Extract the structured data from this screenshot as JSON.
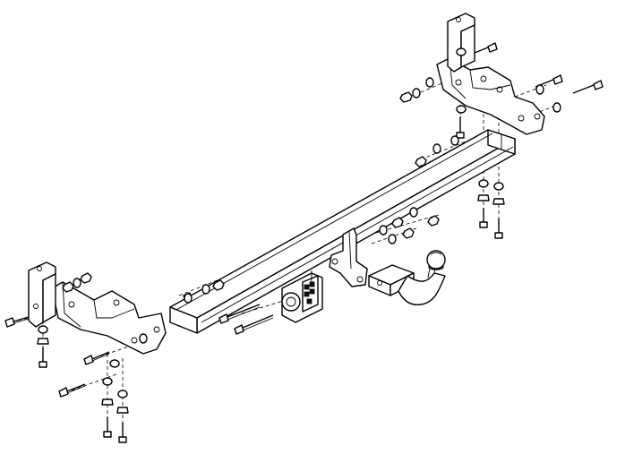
{
  "diagram": {
    "subject": "tow-bar-assembly",
    "colors": {
      "line": "#000000",
      "background": "#ffffff"
    },
    "parts": [
      "main-crossbar",
      "left-mounting-bracket",
      "right-mounting-bracket",
      "left-top-bracket",
      "right-top-bracket",
      "tow-ball-neck",
      "electrical-socket-plate",
      "bolts",
      "nuts",
      "washers"
    ]
  }
}
